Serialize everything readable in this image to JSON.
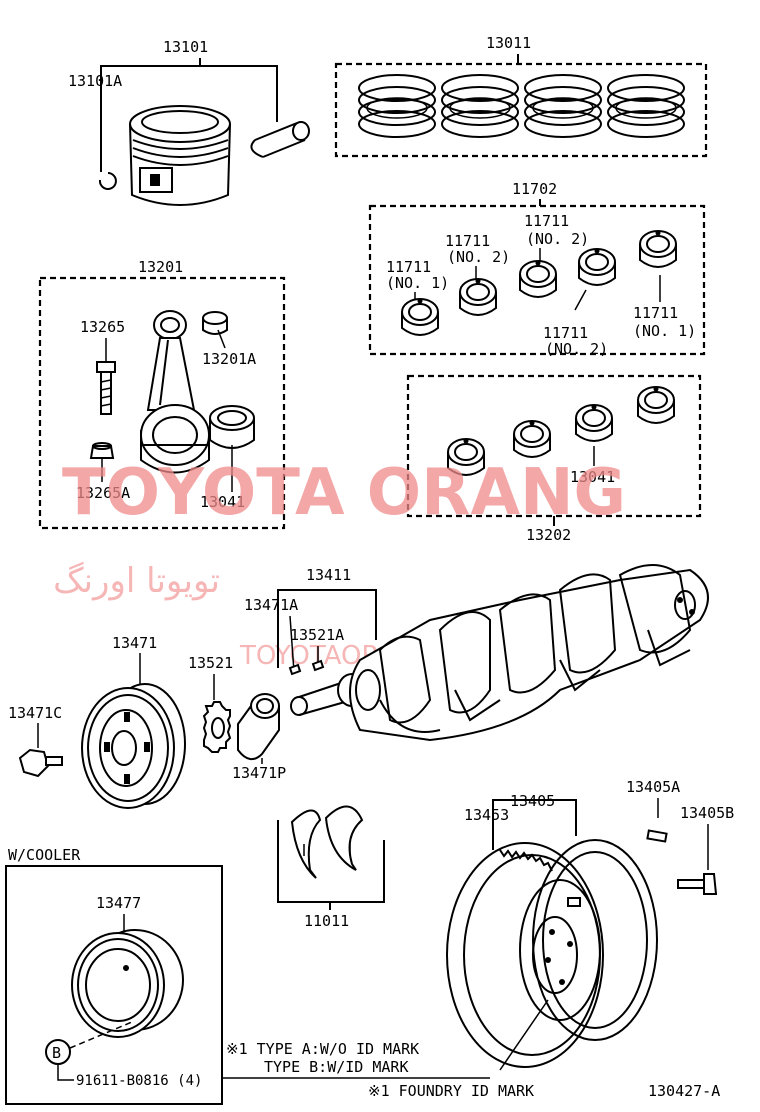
{
  "labels": {
    "p13101": "13101",
    "p13101A": "13101A",
    "p13011": "13011",
    "p11702": "11702",
    "p11711_no2_a": "11711",
    "p11711_no2_a_sub": "(NO. 2)",
    "p11711_no1_a": "11711",
    "p11711_no1_a_sub": "(NO. 1)",
    "p11711_no2_b": "11711",
    "p11711_no2_b_sub": "(NO. 2)",
    "p11711_no2_c": "11711",
    "p11711_no2_c_sub": "(NO. 2)",
    "p11711_no1_b": "11711",
    "p11711_no1_b_sub": "(NO. 1)",
    "p13201": "13201",
    "p13265": "13265",
    "p13201A": "13201A",
    "p13265A": "13265A",
    "p13041_a": "13041",
    "p13041_b": "13041",
    "p13202": "13202",
    "p13411": "13411",
    "p13471A": "13471A",
    "p13521A": "13521A",
    "p13471": "13471",
    "p13521": "13521",
    "p13471C": "13471C",
    "p13471P": "13471P",
    "p13405": "13405",
    "p13453": "13453",
    "p13405A": "13405A",
    "p13405B": "13405B",
    "p11011": "11011",
    "p13477": "13477",
    "b_marker": "B",
    "bolt_ref": "91611-B0816 (4)"
  },
  "notes": {
    "cooler_label": "W/COOLER",
    "note1_line1": "※1 TYPE A:W/O ID MARK",
    "note1_line2": "TYPE B:W/ID MARK",
    "note2": "※1 FOUNDRY ID MARK",
    "diagram_id": "130427-A"
  },
  "watermark": {
    "main": "TOYOTA ORANG",
    "persian": "تویوتا اورنگ",
    "url": "TOYOTAORANG.IR"
  }
}
